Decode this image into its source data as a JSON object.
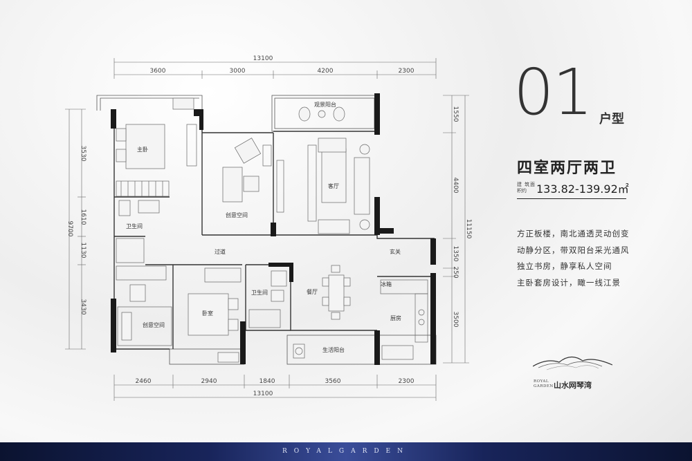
{
  "dimensions": {
    "total_width": "13100",
    "top_segments": [
      "3600",
      "3000",
      "4200",
      "2300"
    ],
    "bottom_segments": [
      "2460",
      "2940",
      "1840",
      "3560",
      "2300"
    ],
    "left_segments": [
      "3530",
      "1610",
      "1130",
      "3430"
    ],
    "left_total": "9700",
    "right_segments": [
      "1550",
      "4400",
      "1350",
      "250",
      "3500"
    ],
    "right_total": "11150"
  },
  "rooms": {
    "master_bedroom": "主卧",
    "creative_space_top": "创意空间",
    "view_balcony": "观景阳台",
    "living_room": "客厅",
    "bathroom_left": "卫生间",
    "corridor": "过道",
    "entrance": "玄关",
    "bathroom_mid": "卫生间",
    "dining_room": "餐厅",
    "fridge": "冰箱",
    "kitchen": "厨房",
    "bedroom": "卧室",
    "creative_space_bottom": "创意空间",
    "living_balcony": "生活阳台"
  },
  "unit": {
    "code": "01",
    "code_suffix": "户型",
    "type": "四室两厅两卫",
    "area_label": "建 筑面积约",
    "area_value": "133.82-139.92㎡"
  },
  "features": [
    "方正板楼，南北通透灵动创变",
    "动静分区，带双阳台采光通风",
    "独立书房，静享私人空间",
    "主卧套房设计，瞰一线江景"
  ],
  "brand": {
    "name_cn": "山水网琴湾",
    "name_en_line1": "ROYAL",
    "name_en_line2": "GARDEN",
    "footer_text": "ROYALGARDEN"
  },
  "colors": {
    "footer_bg": "#18245a",
    "wall": "#1a1a1a",
    "text": "#333333"
  }
}
